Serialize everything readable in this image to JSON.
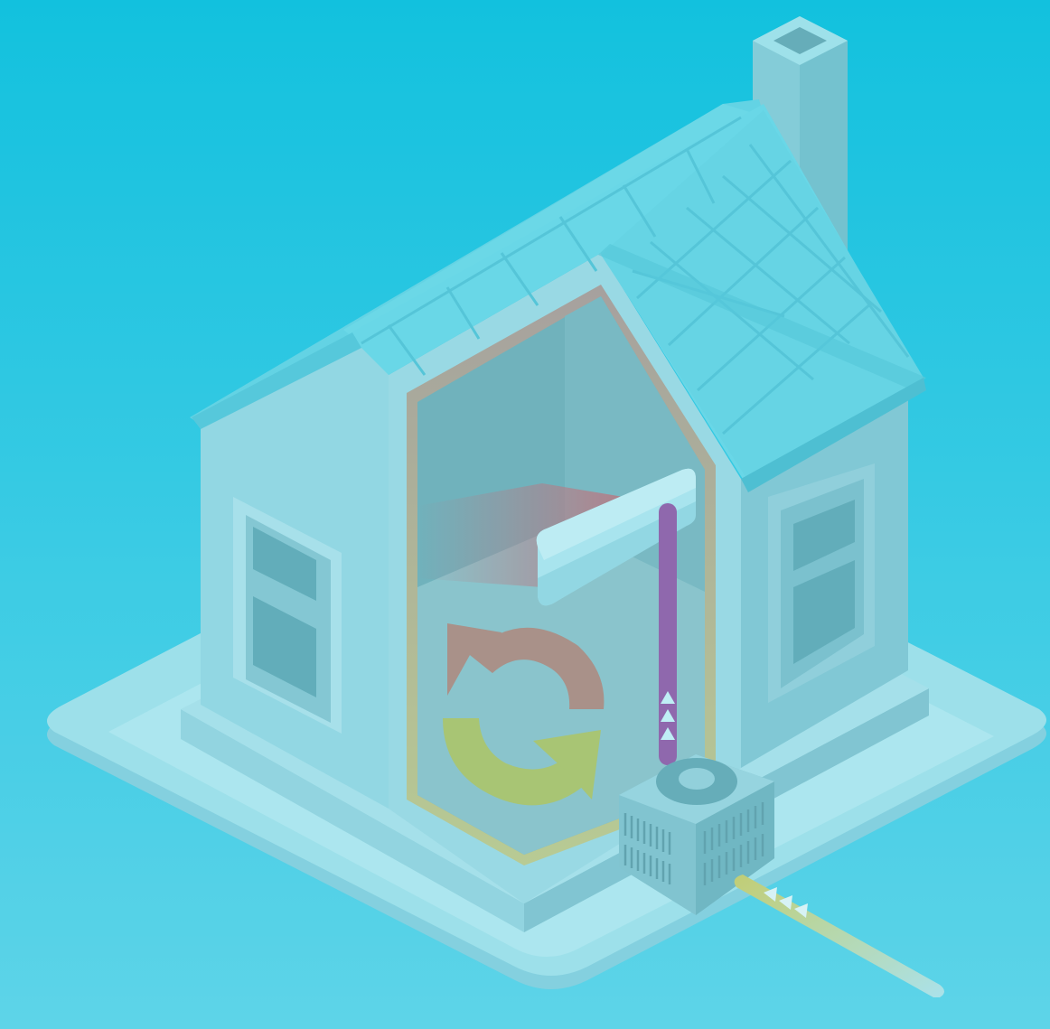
{
  "palette": {
    "sky_top": "#04BEDD",
    "sky_bottom": "#55D2E7",
    "wall_light": "#8FD6E2",
    "wall_mid": "#7CC6D3",
    "wall_dark": "#5FAEBB",
    "roof": "#5CD8E8",
    "roof_edge": "#4BC7DA",
    "window": "#5BA9B6",
    "pipe_purple": "#8B5EA8",
    "pipe_green": "#B9C96A",
    "cycle_red": "#A88A80",
    "cycle_green": "#A6C36A"
  },
  "icons": {
    "house": "house-illustration",
    "heat_pump": "outdoor-heat-pump-unit",
    "indoor_unit": "wall-mounted-indoor-unit",
    "cycle": "refresh-cycle-icon",
    "flow_up": "up-arrow-triangles",
    "flow_in": "left-arrow-triangles"
  }
}
